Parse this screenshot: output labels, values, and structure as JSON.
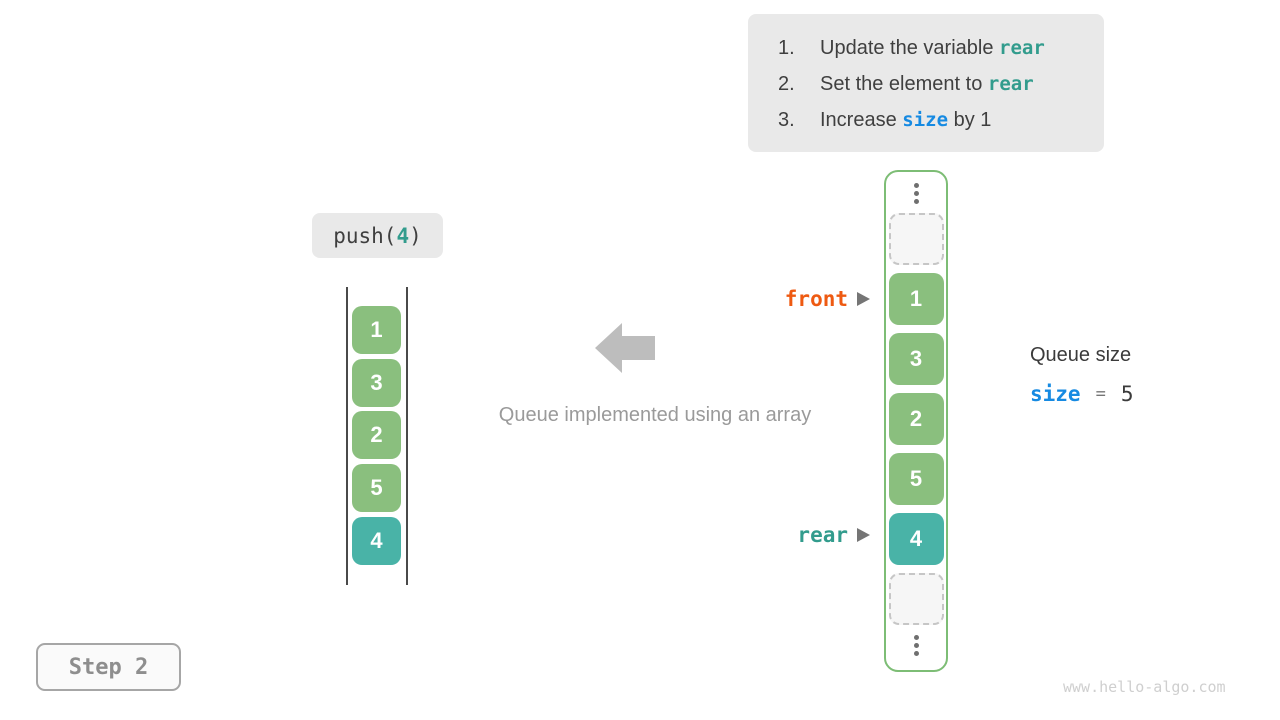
{
  "colors": {
    "cell_green": "#8abf7e",
    "cell_teal": "#49b3a7",
    "code_teal": "#329c8d",
    "code_blue": "#168ae2",
    "code_orange": "#ee5a12",
    "container_border_green": "#7dbd75",
    "note_background": "#e9e9e9",
    "muted_gray": "#9a9a9a"
  },
  "notes": {
    "items": [
      {
        "num": "1.",
        "pre": "Update the variable ",
        "code": "rear",
        "post": ""
      },
      {
        "num": "2.",
        "pre": "Set the element to ",
        "code": "rear",
        "post": ""
      },
      {
        "num": "3.",
        "pre": "Increase ",
        "code": "size",
        "post": " by 1"
      }
    ]
  },
  "push_label": {
    "fn": "push(",
    "arg": "4",
    "close": ")"
  },
  "left_stack": {
    "values": [
      "1",
      "3",
      "2",
      "5",
      "4"
    ]
  },
  "caption": "Queue implemented using an array",
  "array_column": {
    "cells": [
      "1",
      "3",
      "2",
      "5",
      "4"
    ]
  },
  "pointers": {
    "front_label": "front",
    "rear_label": "rear"
  },
  "icons": {
    "pointer_arrow": "right-triangle",
    "ellipsis": "vertical-dots",
    "big_arrow": "left-block-arrow"
  },
  "queue_size": {
    "title": "Queue size",
    "var_name": "size",
    "equals": "=",
    "value": "5"
  },
  "step": {
    "label": "Step 2"
  },
  "footer": {
    "watermark": "www.hello-algo.com"
  }
}
